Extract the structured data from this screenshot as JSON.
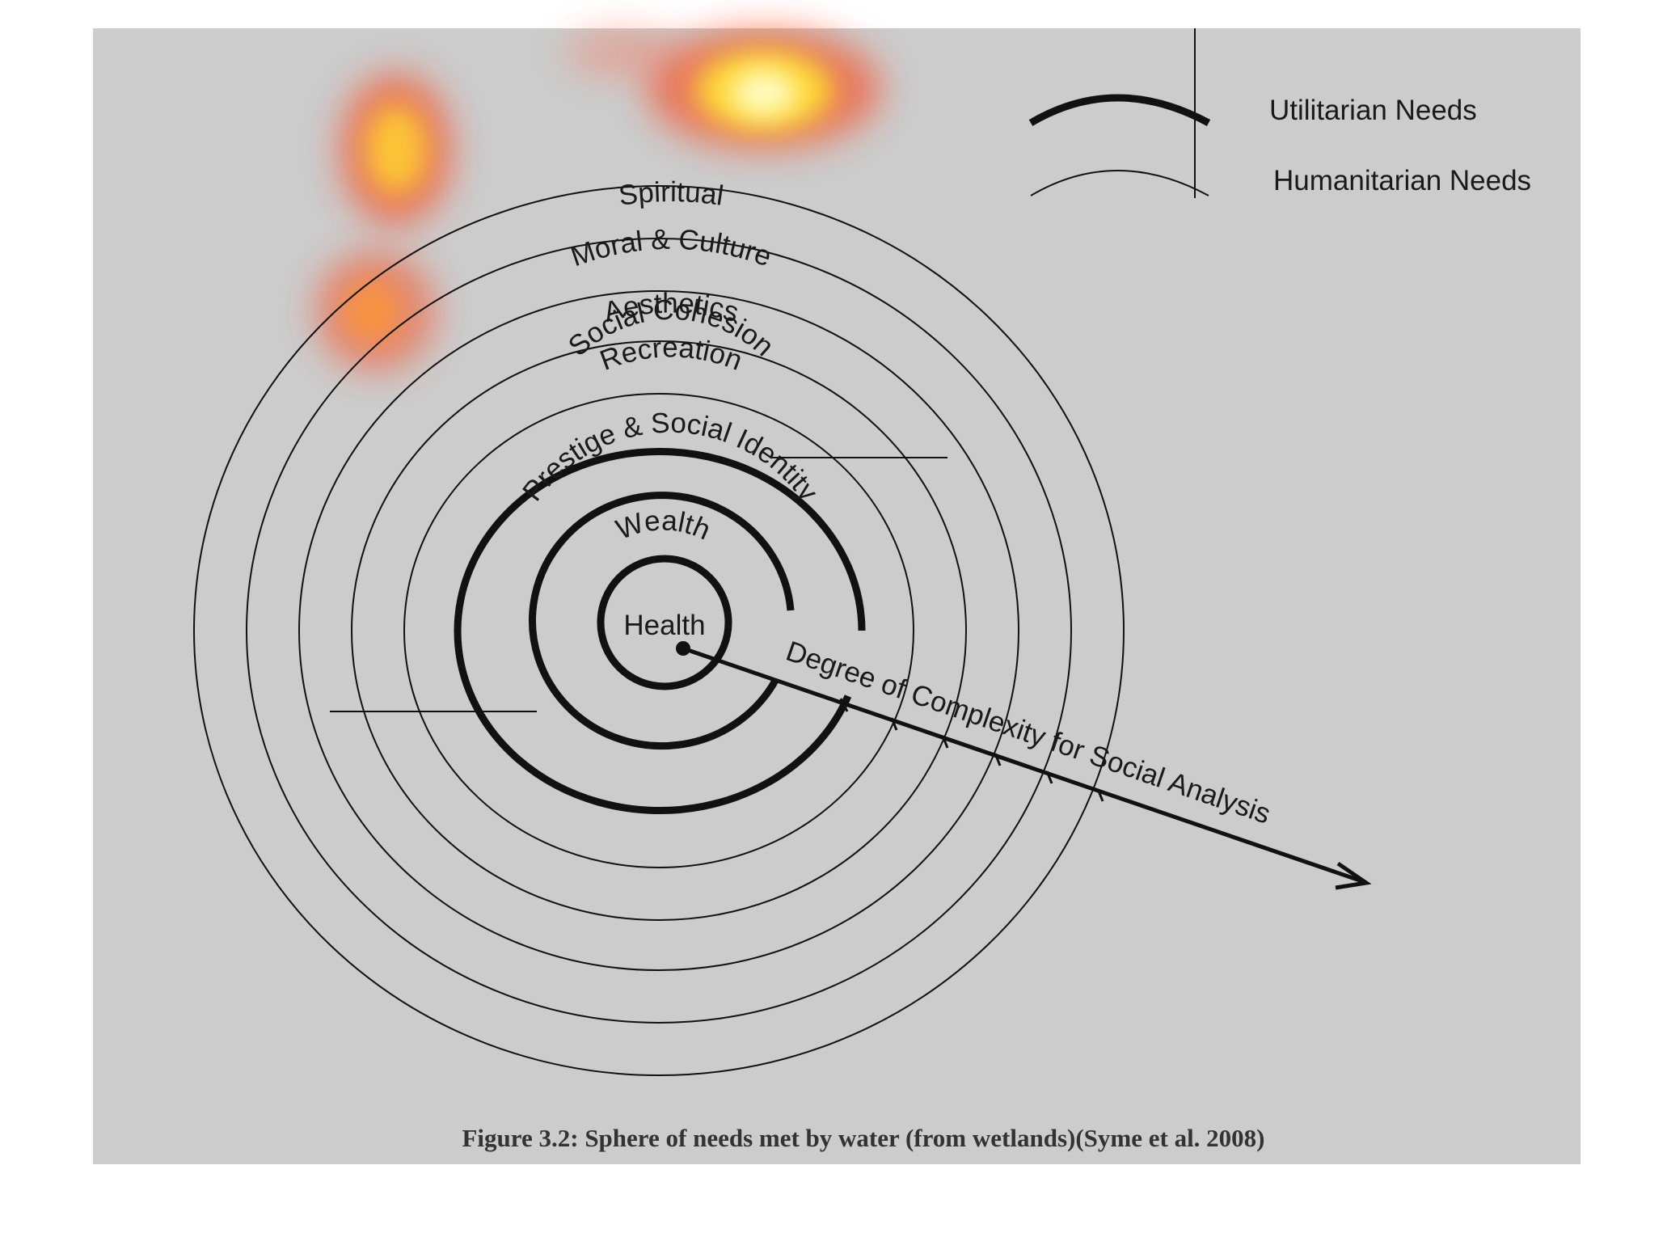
{
  "diagram": {
    "rings": [
      {
        "label": "Health",
        "type": "utilitarian"
      },
      {
        "label": "Wealth",
        "type": "utilitarian"
      },
      {
        "label": "Prestige & Social Identity",
        "type": "utilitarian"
      },
      {
        "label": "Social Cohesion",
        "type": "humanitarian"
      },
      {
        "label": "Recreation",
        "type": "humanitarian"
      },
      {
        "label": "Aesthetics",
        "type": "humanitarian"
      },
      {
        "label": "Moral & Culture",
        "type": "humanitarian"
      },
      {
        "label": "Spiritual",
        "type": "humanitarian"
      }
    ],
    "axis_label": "Degree of Complexity for Social Analysis"
  },
  "legend": {
    "utilitarian": "Utilitarian Needs",
    "humanitarian": "Humanitarian Needs"
  },
  "caption": "Figure 3.2: Sphere of needs met by water (from wetlands)(Syme et al. 2008)",
  "colors": {
    "panel_background": "#cccccc",
    "page_background": "#ffffff",
    "line_color": "#111111",
    "heat_hot": "#ffff66",
    "heat_mid": "#ff3300"
  }
}
